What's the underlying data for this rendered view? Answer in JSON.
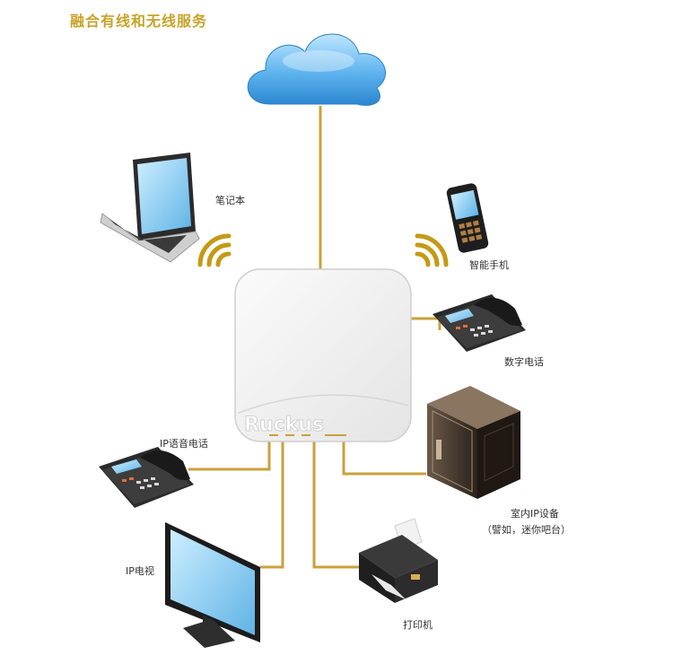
{
  "title": "融合有线和无线服务",
  "access_point": {
    "brand": "Ruckus"
  },
  "devices": {
    "laptop": "笔记本",
    "smartphone": "智能手机",
    "digital_phone": "数字电话",
    "ip_voice_phone": "IP语音电话",
    "ip_tv": "IP电视",
    "indoor_ip_device": "室内IP设备",
    "indoor_ip_device_note": "（譬如，迷你吧台）",
    "printer": "打印机"
  },
  "colors": {
    "title": "#c9a227",
    "wire": "#c8a23a",
    "wifi_signal": "#c49a16",
    "cloud": "#4aa6e6"
  }
}
